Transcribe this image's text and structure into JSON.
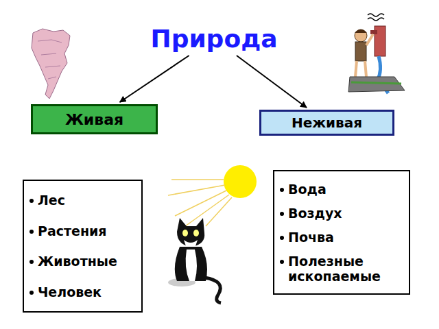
{
  "diagram": {
    "nodes": [
      {
        "text": [
          "Природа"
        ]
      },
      {
        "text": [
          "Живая"
        ]
      },
      {
        "text": [
          "Неживая"
        ]
      },
      {
        "text": [
          "Лес",
          "Растения",
          "Животные",
          "Человек"
        ]
      },
      {
        "text": [
          "Вода",
          "Воздух",
          "Почва",
          "Полезные ископаемые"
        ]
      }
    ],
    "edges": [
      {
        "from": 0,
        "to": 1,
        "arrow": "to"
      },
      {
        "from": 0,
        "to": 2,
        "arrow": "to"
      }
    ]
  }
}
